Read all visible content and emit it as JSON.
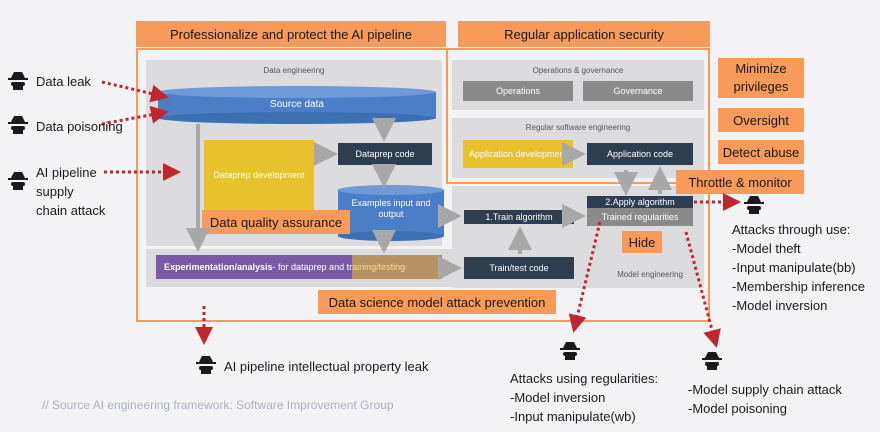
{
  "top_labels": {
    "professionalize": "Professionalize and protect the AI pipeline",
    "regular_security": "Regular application security"
  },
  "panels": {
    "data_engineering": "Data engineering",
    "ops_governance": "Operations & governance",
    "regular_sw_eng": "Regular software engineering",
    "model_engineering": "Model engineering"
  },
  "boxes": {
    "source_data": "Source data",
    "dataprep_code": "Dataprep code",
    "dataprep_development": "Dataprep development",
    "examples_io": "Examples input and output",
    "data_quality": "Data quality assurance",
    "operations": "Operations",
    "governance": "Governance",
    "app_development": "Application development",
    "app_code": "Application code",
    "train_algorithm": "1.Train algorithm",
    "apply_algorithm": "2.Apply algorithm",
    "trained_regularities": "Trained regularities",
    "hide": "Hide",
    "experimentation_bold": "Experimentation/analysis",
    "experimentation_rest": " - for dataprep and training/testing",
    "train_test_code": "Train/test code",
    "model_attack_prevention": "Data science model attack prevention"
  },
  "right_controls": [
    "Minimize privileges",
    "Oversight",
    "Detect abuse",
    "Throttle & monitor"
  ],
  "threats_left": [
    "Data leak",
    "Data poisoning",
    "AI pipeline supply chain attack"
  ],
  "ip_leak": "AI pipeline intellectual property leak",
  "attacks_through_use": {
    "title": "Attacks through use:",
    "items": [
      "-Model theft",
      "-Input manipulate(bb)",
      "-Membership inference",
      "-Model inversion"
    ]
  },
  "attacks_regularities": {
    "title": "Attacks using regularities:",
    "items": [
      "-Model inversion",
      "-Input manipulate(wb)"
    ]
  },
  "supply_chain_attacks": {
    "items": [
      "-Model supply chain attack",
      "-Model poisoning"
    ]
  },
  "source_note": "// Source AI engineering framework: Software Improvement Group",
  "colors": {
    "orange": "#f79a5a",
    "dark_box": "#2d3e50",
    "yellow": "#e8c12e",
    "purple": "#7a5aa6",
    "arrow_red": "#c0262d"
  },
  "icons": [
    "hacker-icon"
  ]
}
